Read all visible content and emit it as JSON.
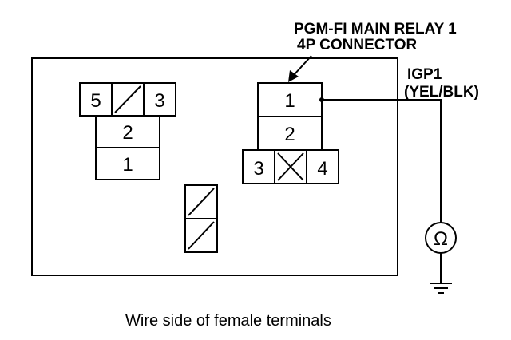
{
  "relay_label": {
    "line1": "PGM-FI MAIN RELAY 1",
    "line2": "4P CONNECTOR"
  },
  "wire_label": {
    "line1": "IGP1",
    "line2": "(YEL/BLK)"
  },
  "left_connector": {
    "top_left": "5",
    "top_right": "3",
    "middle": "2",
    "bottom": "1"
  },
  "relay_connector": {
    "pin1": "1",
    "pin2": "2",
    "pin3": "3",
    "pin4": "4"
  },
  "ohmmeter_symbol": "Ω",
  "caption": "Wire side of female terminals"
}
